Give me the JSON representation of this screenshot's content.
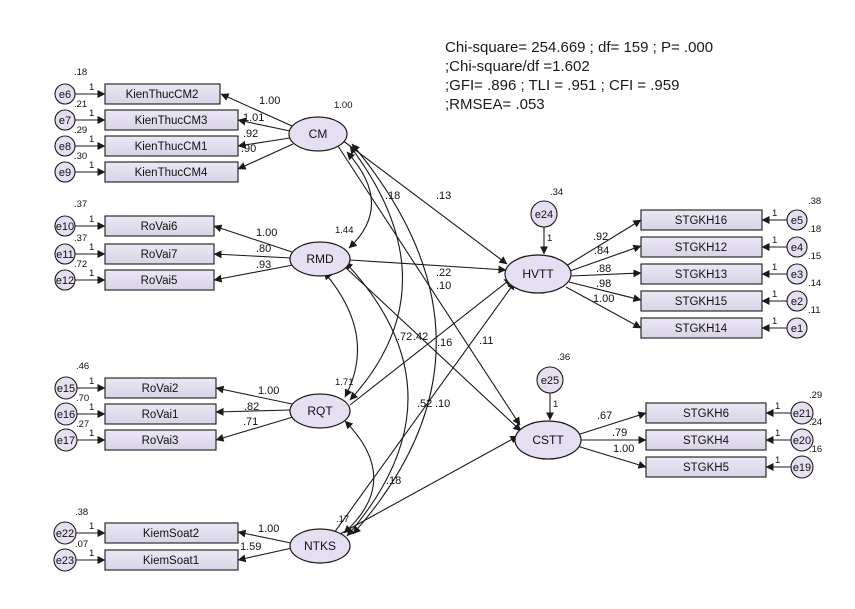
{
  "fit": {
    "line1": "Chi-square= 254.669 ; df= 159 ; P= .000",
    "line2": ";Chi-square/df =1.602",
    "line3": ";GFI= .896 ; TLI = .951 ; CFI = .959",
    "line4": ";RMSEA= .053"
  },
  "latents": {
    "cm": {
      "name": "CM",
      "variance": "1.00"
    },
    "rmd": {
      "name": "RMD",
      "variance": "1.44"
    },
    "rqt": {
      "name": "RQT",
      "variance": "1.71"
    },
    "ntks": {
      "name": "NTKS",
      "variance": ".17"
    },
    "hvtt": {
      "name": "HVTT"
    },
    "cstt": {
      "name": "CSTT"
    }
  },
  "disturbances": {
    "e24": {
      "name": "e24",
      "variance": ".34",
      "path": "1"
    },
    "e25": {
      "name": "e25",
      "variance": ".36",
      "path": "1"
    }
  },
  "indicators": [
    {
      "box": "KienThucCM2",
      "err": "e6",
      "errvar": ".18",
      "one": "1",
      "load": "1.00"
    },
    {
      "box": "KienThucCM3",
      "err": "e7",
      "errvar": ".21",
      "one": "1",
      "load": "1.01"
    },
    {
      "box": "KienThucCM1",
      "err": "e8",
      "errvar": ".29",
      "one": "1",
      "load": ".92"
    },
    {
      "box": "KienThucCM4",
      "err": "e9",
      "errvar": ".30",
      "one": "1",
      "load": ".90"
    },
    {
      "box": "RoVai6",
      "err": "e10",
      "errvar": ".37",
      "one": "1",
      "load": "1.00"
    },
    {
      "box": "RoVai7",
      "err": "e11",
      "errvar": ".37",
      "one": "1",
      "load": ".80"
    },
    {
      "box": "RoVai5",
      "err": "e12",
      "errvar": ".72",
      "one": "1",
      "load": ".93"
    },
    {
      "box": "RoVai2",
      "err": "e15",
      "errvar": ".46",
      "one": "1",
      "load": "1.00"
    },
    {
      "box": "RoVai1",
      "err": "e16",
      "errvar": ".70",
      "one": "1",
      "load": ".82"
    },
    {
      "box": "RoVai3",
      "err": "e17",
      "errvar": ".27",
      "one": "1",
      "load": ".71"
    },
    {
      "box": "KiemSoat2",
      "err": "e22",
      "errvar": ".38",
      "one": "1",
      "load": "1.00"
    },
    {
      "box": "KiemSoat1",
      "err": "e23",
      "errvar": ".07",
      "one": "1",
      "load": "1.59"
    },
    {
      "box": "STGKH16",
      "err": "e5",
      "errvar": ".38",
      "one": "1",
      "load": ".92"
    },
    {
      "box": "STGKH12",
      "err": "e4",
      "errvar": ".18",
      "one": "1",
      "load": ".84"
    },
    {
      "box": "STGKH13",
      "err": "e3",
      "errvar": ".15",
      "one": "1",
      "load": ".88"
    },
    {
      "box": "STGKH15",
      "err": "e2",
      "errvar": ".14",
      "one": "1",
      "load": ".98"
    },
    {
      "box": "STGKH14",
      "err": "e1",
      "errvar": ".11",
      "one": "1",
      "load": "1.00"
    },
    {
      "box": "STGKH6",
      "err": "e21",
      "errvar": ".29",
      "one": "1",
      "load": ".67"
    },
    {
      "box": "STGKH4",
      "err": "e20",
      "errvar": ".24",
      "one": "1",
      "load": ".79"
    },
    {
      "box": "STGKH5",
      "err": "e19",
      "errvar": ".16",
      "one": "1",
      "load": "1.00"
    }
  ],
  "structural": {
    "cm_hvtt": ".13",
    "cm_cstt": ".22",
    "rmd_hvtt": ".16",
    "rmd_cstt": ".11",
    "rqt_hvtt": ".10",
    "ntks_hvtt": ".52",
    "ntks_cstt": ".10"
  },
  "covariances": {
    "cm_rmd": ".18",
    "cm_rqt": ".10",
    "rmd_rqt": ".72",
    "rmd_ntks": ".42",
    "rqt_ntks": ".18"
  },
  "colors": {
    "latent_fill": "#e6dff1",
    "box_fill_top": "#e9e4f3",
    "box_fill_bottom": "#dcd7e8",
    "stroke": "#1a1a1a"
  }
}
